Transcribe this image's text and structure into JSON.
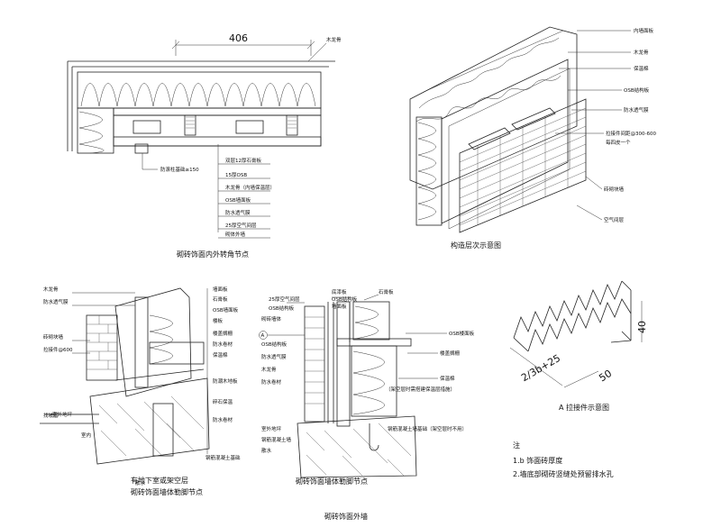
{
  "top_left": {
    "dimension": "406",
    "labels": [
      "木龙骨",
      "防滚柱基础≥150",
      "双层12厚石膏板",
      "15厚OSB",
      "木龙骨（内墙保温层）",
      "OSB墙面板",
      "防水透气膜",
      "25厚空气间层",
      "砌体外墙"
    ],
    "caption": "砌砖饰面内外转角节点"
  },
  "top_right": {
    "labels": [
      "内墙面板",
      "木龙骨",
      "保温棉",
      "OSB结构板",
      "防水透气膜",
      "拉接件间距@300-600",
      "每四皮一个",
      "砖砌块墙",
      "空气间层"
    ],
    "caption": "构造层次示意图"
  },
  "bottom_left": {
    "labels_left": [
      "木龙骨",
      "防水透气膜",
      "砖砌块墙",
      "拉接件@600",
      "找坡层"
    ],
    "labels_right": [
      "墙面板",
      "石膏板",
      "OSB墙面板",
      "楼板",
      "楼盖搁栅",
      "防水卷材",
      "保温棉",
      "防潮木地板",
      "碎石保温",
      "防水卷材",
      "钢筋混凝土基础"
    ],
    "labels_bottom": [
      "室外地坪",
      "室内",
      "散水"
    ],
    "caption_line1": "有地下室或架空层",
    "caption_line2": "砌砖饰面墙体勒脚节点"
  },
  "bottom_mid": {
    "labels_left": [
      "25厚空气间层",
      "OSB结构板",
      "砌砖墙体",
      "A",
      "OSB结构板",
      "防水透气膜",
      "木龙骨",
      "防水卷材",
      "室外地坪",
      "钢筋混凝土墙",
      "散水"
    ],
    "labels_right": [
      "底漆板",
      "OSB结构板",
      "墙面板",
      "石膏板",
      "OSB楼面板",
      "楼盖搁栅",
      "保温棉",
      "（架空层时需搭建保温层措施）",
      "钢筋混凝土墙基础（架空层时不用）"
    ],
    "caption": "砌砖饰面墙体勒脚节点"
  },
  "bottom_right": {
    "dims": [
      "2/3b+25",
      "50",
      "40"
    ],
    "caption": "A 拉接件示意图"
  },
  "notes": {
    "title": "注",
    "line1": "1.b 饰面砖厚度",
    "line2": "2.墙底部砌砖竖缝处预留排水孔"
  },
  "footer": "砌砖饰面外墙"
}
